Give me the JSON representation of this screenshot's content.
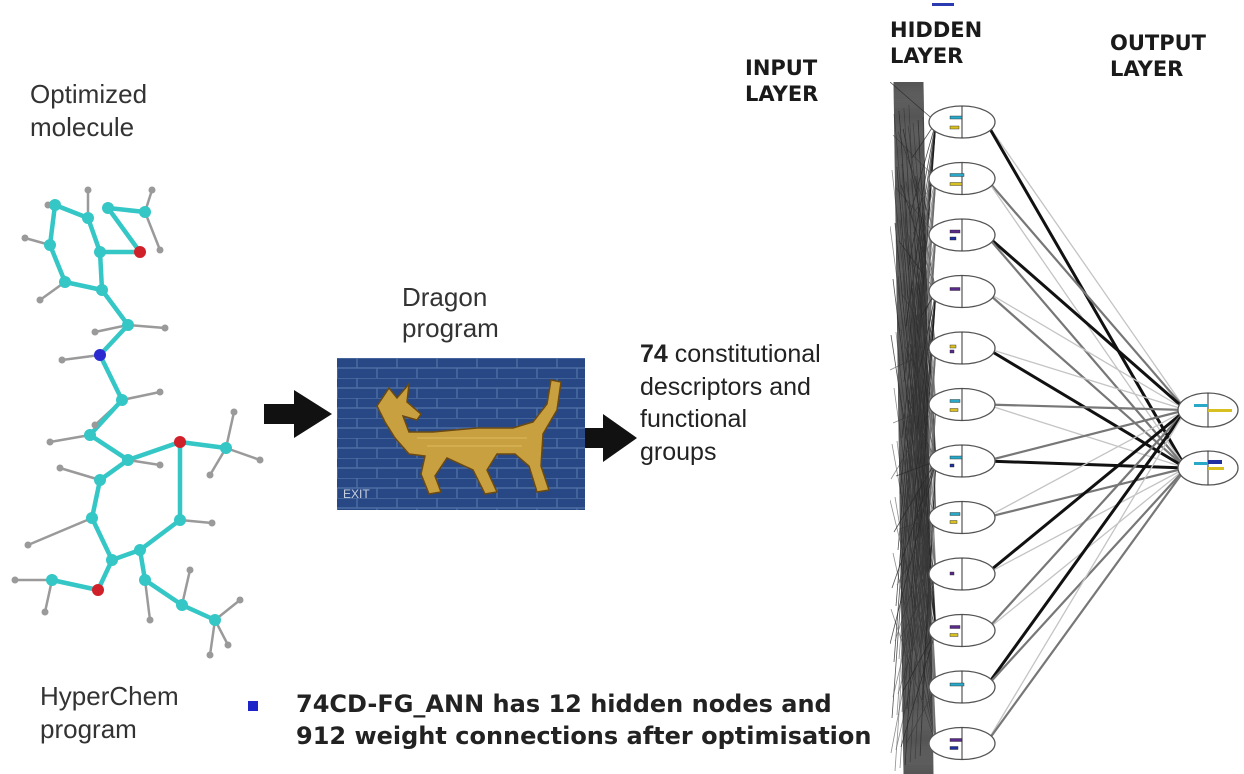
{
  "molecule": {
    "top_label_line1": "Optimized",
    "top_label_line2": "molecule",
    "bottom_label_line1": "HyperChem",
    "bottom_label_line2": "program"
  },
  "dragon": {
    "label_line1": "Dragon",
    "label_line2": "program",
    "image_text": "EXIT"
  },
  "descriptors": {
    "count": "74",
    "line1": " constitutional",
    "line2": "descriptors and",
    "line3": "functional",
    "line4": "groups"
  },
  "network": {
    "input_layer_line1": "INPUT",
    "input_layer_line2": "LAYER",
    "hidden_layer_line1": "HIDDEN",
    "hidden_layer_line2": "LAYER",
    "output_layer_line1": "OUTPUT",
    "output_layer_line2": "LAYER",
    "hidden_node_count": 12,
    "output_node_count": 2
  },
  "summary": {
    "line1": "74CD-FG_ANN has 12 hidden nodes and",
    "line2": "912 weight connections after optimisation"
  },
  "colors": {
    "carbon": "#35c6c6",
    "oxygen": "#d0202a",
    "nitrogen": "#2a2ad0",
    "hydrogen": "#9a9a9a",
    "bullet": "#1e25c8",
    "bar_cyan": "#2aa8c8",
    "bar_yellow": "#d8c020",
    "bar_purple": "#5a2a8a",
    "bar_blue": "#2030a0"
  }
}
